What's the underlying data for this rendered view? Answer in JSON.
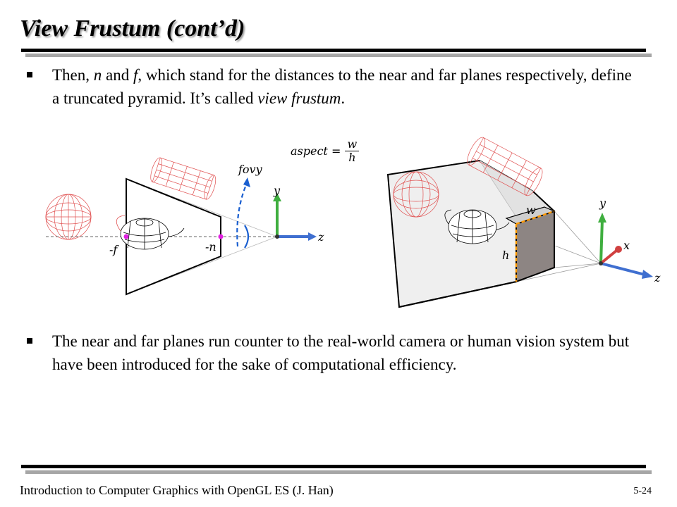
{
  "slide": {
    "title": "View Frustum (cont’d)",
    "bullets": [
      {
        "parts": [
          "Then, ",
          "n",
          " and ",
          "f",
          ", which stand for the distances to the near and far planes respectively, define a truncated pyramid. It’s called ",
          "view frustum",
          "."
        ]
      },
      {
        "text": "The near and far planes run counter to the real-world camera or human vision system but have been introduced for the sake of computational efficiency."
      }
    ]
  },
  "figure": {
    "aspect": {
      "label": "aspect =",
      "numerator": "w",
      "denominator": "h"
    },
    "left_labels": {
      "fovy": "fovy",
      "y": "y",
      "z": "z",
      "neg_f": "-f",
      "neg_n": "-n"
    },
    "right_labels": {
      "y": "y",
      "z": "z",
      "x": "x",
      "w": "w",
      "h": "h"
    },
    "colors": {
      "sphere": "#e05050",
      "axis_y": "#3fae3f",
      "axis_z": "#3f6fd0",
      "axis_x": "#d04040",
      "fovy_arrow": "#1a5fd0",
      "point": "#e020e0",
      "edge": "#ff9900"
    }
  },
  "footer": {
    "left": "Introduction to Computer Graphics with OpenGL ES (J. Han)",
    "right": "5-24"
  }
}
